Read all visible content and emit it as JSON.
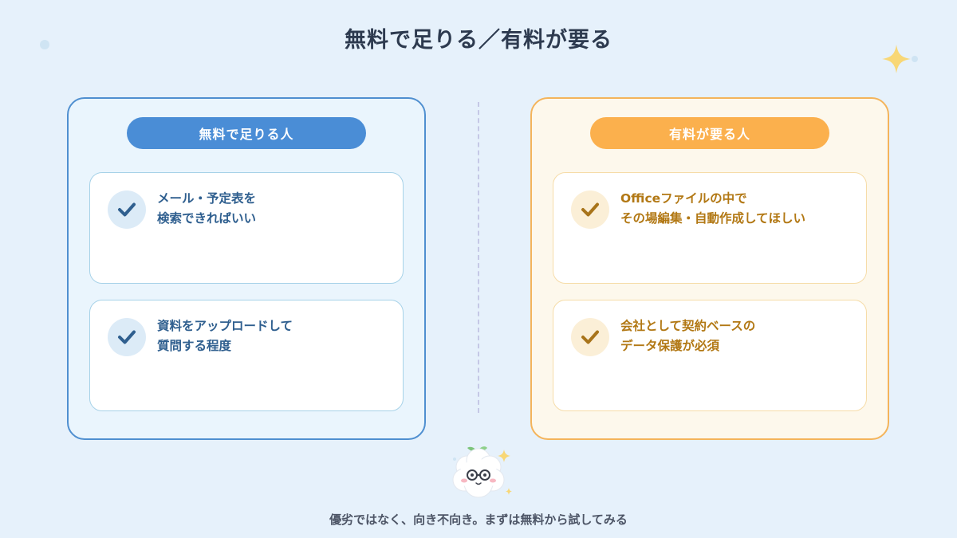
{
  "title": "無料で足りる／有料が要る",
  "left_panel": {
    "heading": "無料で足りる人",
    "items": [
      {
        "line1": "メール・予定表を",
        "line2": "検索できればいい"
      },
      {
        "line1": "資料をアップロードして",
        "line2": "質問する程度"
      }
    ]
  },
  "right_panel": {
    "heading": "有料が要る人",
    "items": [
      {
        "line1": "Officeファイルの中で",
        "line2": "その場編集・自動作成してほしい"
      },
      {
        "line1": "会社として契約ベースの",
        "line2": "データ保護が必須"
      }
    ]
  },
  "footer": "優劣ではなく、向き不向き。まずは無料から試してみる",
  "icons": {
    "check": "check-icon",
    "sparkle": "sparkle-icon",
    "mascot": "mascot-icon"
  },
  "colors": {
    "background": "#e6f1fb",
    "left_accent": "#4a8dd6",
    "right_accent": "#fbb04d",
    "left_text": "#2f5f8f",
    "right_text": "#b27814"
  }
}
